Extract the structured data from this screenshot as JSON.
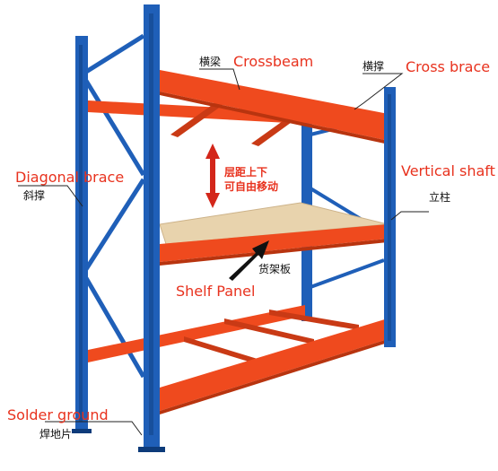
{
  "labels": {
    "crossbeam_en": "Crossbeam",
    "crossbeam_cn": "横梁",
    "cross_brace_en": "Cross brace",
    "cross_brace_cn": "横撑",
    "diagonal_brace_en": "Diagonal brace",
    "diagonal_brace_cn": "斜撑",
    "vertical_shaft_en": "Vertical shaft",
    "vertical_shaft_cn": "立柱",
    "shelf_panel_en": "Shelf Panel",
    "shelf_panel_cn": "货架板",
    "solder_ground_en": "Solder ground",
    "solder_ground_cn": "焊地片",
    "adjustable_note_line1": "层距上下",
    "adjustable_note_line2": "可自由移动"
  },
  "colors": {
    "upright_blue": "#1f5fb8",
    "beam_orange": "#ef4a1e",
    "panel_wood": "#e8d3ad",
    "label_red": "#e8321e"
  }
}
